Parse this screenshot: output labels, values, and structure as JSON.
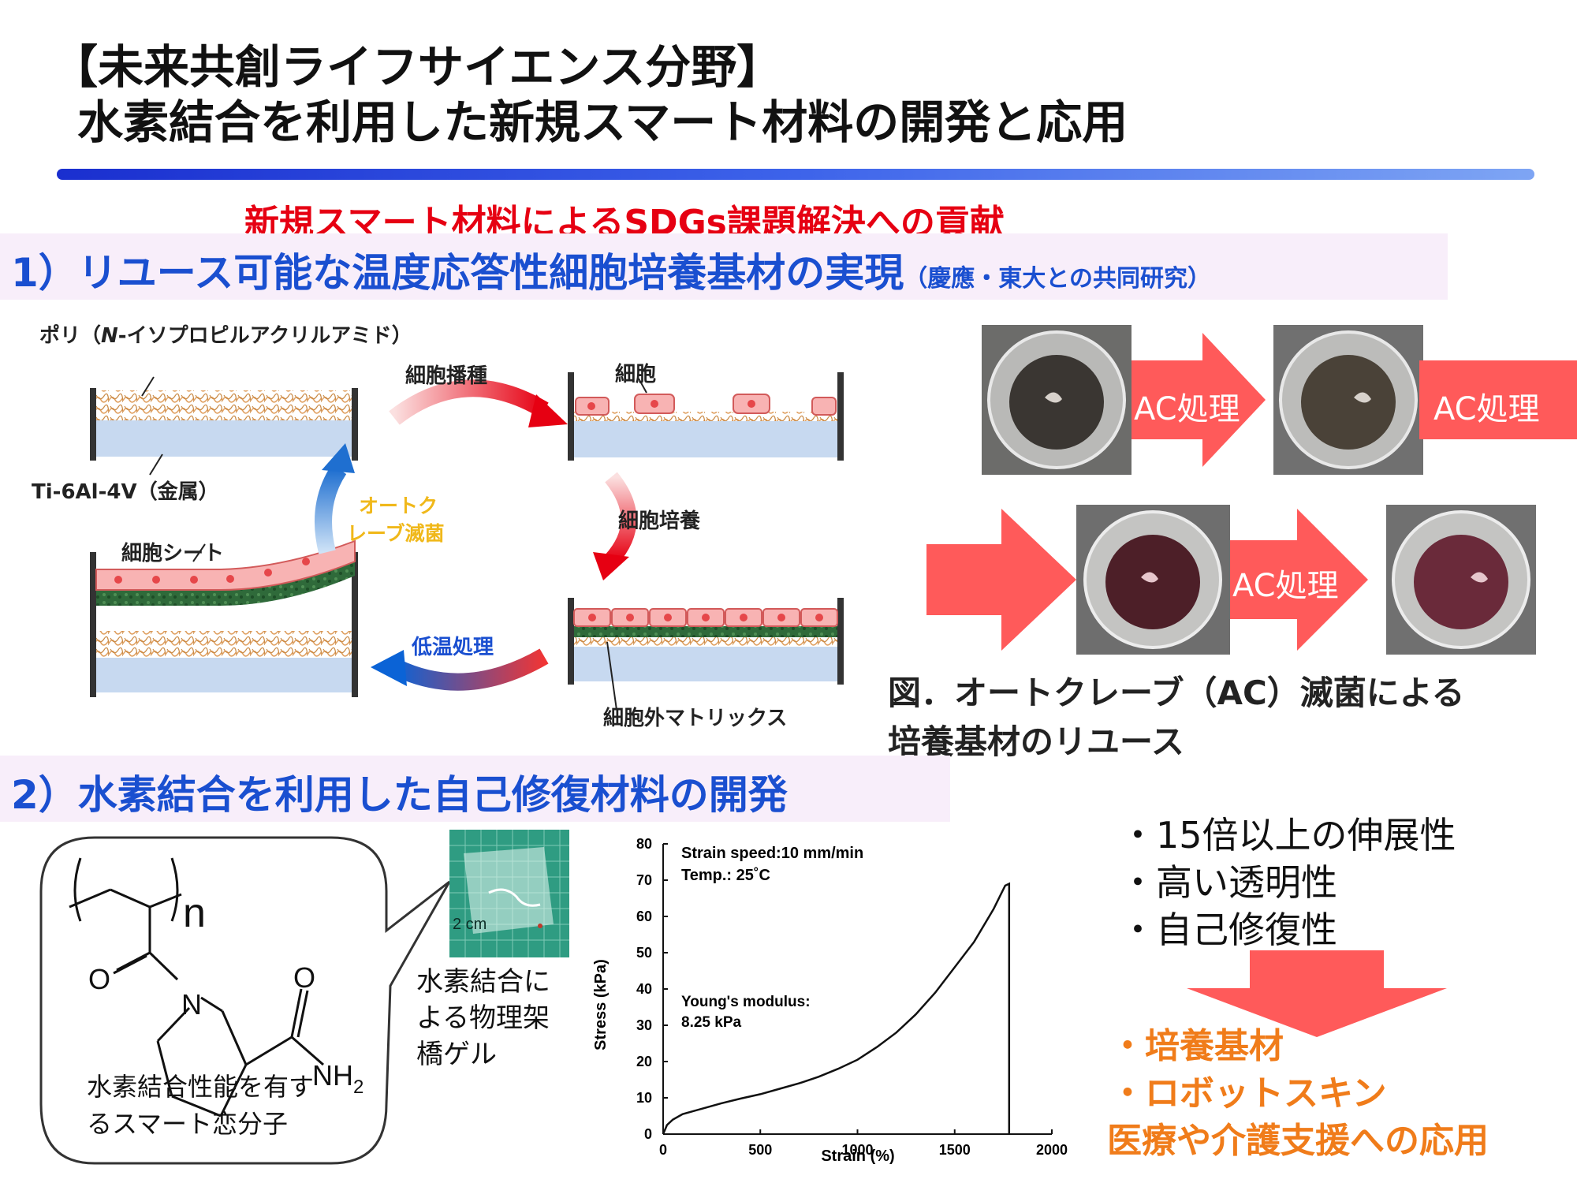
{
  "header": {
    "title_line1": "【未来共創ライフサイエンス分野】",
    "title_line2": "水素結合を利用した新規スマート材料の開発と応用"
  },
  "sdgs_heading": "新規スマート材料によるSDGs課題解決への貢献",
  "section1": {
    "heading": "1）リユース可能な温度応答性細胞培養基材の実現",
    "collab": "（慶應・東大との共同研究）",
    "diagram": {
      "polymer_label_prefix": "ポリ（",
      "polymer_label_italic": "N",
      "polymer_label_suffix": "-イソプロピルアクリルアミド）",
      "metal_label": "Ti-6Al-4V（金属）",
      "seeding": "細胞播種",
      "cell": "細胞",
      "culture": "細胞培養",
      "ecm": "細胞外マトリックス",
      "low_temp": "低温処理",
      "cell_sheet": "細胞シート",
      "autoclave_line1": "オートク",
      "autoclave_line2": "レーブ滅菌"
    },
    "photo_arrows": [
      "AC処理",
      "AC処理",
      "AC処理"
    ],
    "caption_line1": "図．オートクレーブ（AC）滅菌による",
    "caption_line2": "培養基材のリユース"
  },
  "section2": {
    "heading": "2）水素結合を利用した自己修復材料の開発",
    "molecule": {
      "n": "n",
      "o1": "O",
      "o2": "O",
      "n_atom": "N",
      "nh2": "NH",
      "sub2": "2"
    },
    "bubble_line1": "水素結合性能を有す",
    "bubble_line2": "るスマート恋分子",
    "gel_scale": "2 cm",
    "gel_line1": "水素結合に",
    "gel_line2": "よる物理架",
    "gel_line3": "橋ゲル",
    "features": [
      "・15倍以上の伸展性",
      "・高い透明性",
      "・自己修復性"
    ],
    "applications": [
      "・培養基材",
      "・ロボットスキン"
    ],
    "application_note": "医療や介護支援への応用"
  },
  "chart_data": {
    "type": "line",
    "xlabel": "Strain (%)",
    "ylabel": "Stress (kPa)",
    "xlim": [
      0,
      2000
    ],
    "ylim": [
      0,
      80
    ],
    "x_ticks": [
      "0",
      "500",
      "1000",
      "1500",
      "2000"
    ],
    "y_ticks": [
      "0",
      "10",
      "20",
      "30",
      "40",
      "50",
      "60",
      "70",
      "80"
    ],
    "annotations": [
      "Strain speed:10 mm/min",
      "Temp.: 25˚C",
      "Young's modulus:",
      "8.25 kPa"
    ],
    "series": [
      {
        "x": [
          0,
          20,
          50,
          100,
          200,
          300,
          400,
          500,
          600,
          700,
          800,
          900,
          1000,
          1100,
          1200,
          1300,
          1400,
          1500,
          1600,
          1700,
          1760,
          1780,
          1780
        ],
        "y": [
          0,
          2.5,
          4,
          5.5,
          7,
          8.5,
          9.8,
          11,
          12.5,
          14,
          15.8,
          18,
          20.5,
          24,
          28,
          33,
          39,
          46,
          53,
          62,
          68.5,
          69,
          0
        ],
        "color": "#111111"
      }
    ],
    "grid": false
  }
}
